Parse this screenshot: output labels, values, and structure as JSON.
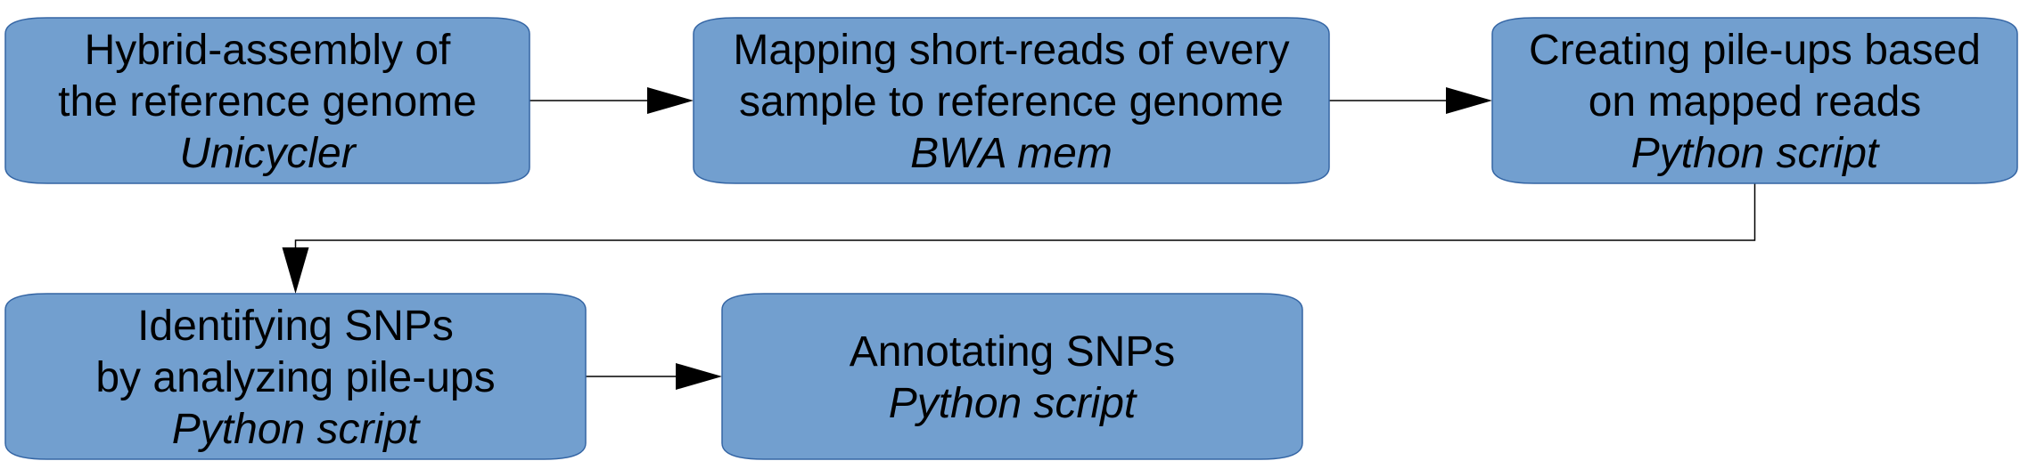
{
  "diagram": {
    "fill_color": "#729fcf",
    "border_color": "#3465a4",
    "nodes": [
      {
        "id": "hybrid-assembly",
        "lines": [
          "Hybrid-assembly of",
          "the reference genome"
        ],
        "tool": "Unicycler"
      },
      {
        "id": "mapping-short-reads",
        "lines": [
          "Mapping short-reads of every",
          "sample to reference genome"
        ],
        "tool": "BWA mem"
      },
      {
        "id": "creating-pile-ups",
        "lines": [
          "Creating pile-ups based",
          "on mapped reads"
        ],
        "tool": "Python script"
      },
      {
        "id": "identifying-snps",
        "lines": [
          "Identifying SNPs",
          "by analyzing pile-ups"
        ],
        "tool": "Python script"
      },
      {
        "id": "annotating-snps",
        "lines": [
          "Annotating SNPs"
        ],
        "tool": "Python script"
      }
    ],
    "edges": [
      {
        "from": "hybrid-assembly",
        "to": "mapping-short-reads"
      },
      {
        "from": "mapping-short-reads",
        "to": "creating-pile-ups"
      },
      {
        "from": "creating-pile-ups",
        "to": "identifying-snps"
      },
      {
        "from": "identifying-snps",
        "to": "annotating-snps"
      }
    ]
  }
}
